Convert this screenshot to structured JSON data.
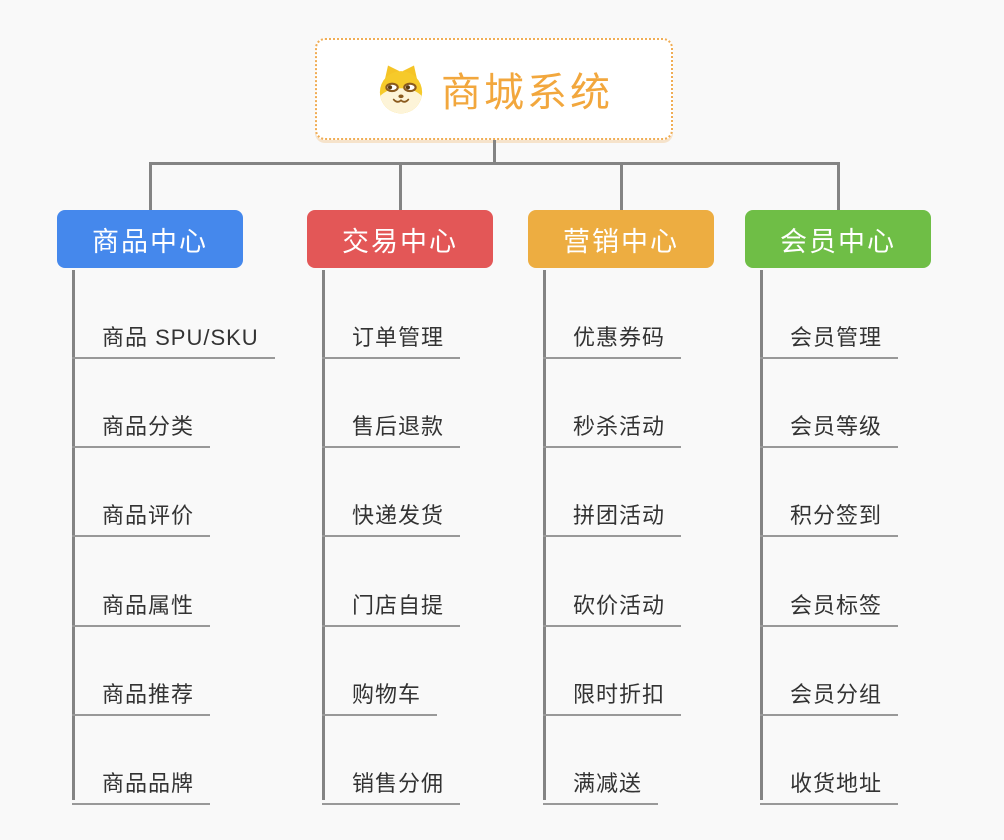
{
  "root": {
    "title": "商城系统",
    "icon": "dog-face-icon"
  },
  "theme": {
    "background": "#f9f9f9",
    "connector_color": "#848484",
    "underline_color": "#999999",
    "item_text_color": "#333333",
    "root_border_color": "#F0AD55",
    "root_title_color": "#F2A73D"
  },
  "branches": [
    {
      "id": "product-center",
      "label": "商品中心",
      "color": "#4588EC",
      "items": [
        "商品 SPU/SKU",
        "商品分类",
        "商品评价",
        "商品属性",
        "商品推荐",
        "商品品牌"
      ]
    },
    {
      "id": "trade-center",
      "label": "交易中心",
      "color": "#E35757",
      "items": [
        "订单管理",
        "售后退款",
        "快递发货",
        "门店自提",
        "购物车",
        "销售分佣"
      ]
    },
    {
      "id": "marketing-center",
      "label": "营销中心",
      "color": "#EDAD41",
      "items": [
        "优惠券码",
        "秒杀活动",
        "拼团活动",
        "砍价活动",
        "限时折扣",
        "满减送"
      ]
    },
    {
      "id": "member-center",
      "label": "会员中心",
      "color": "#6FBE46",
      "items": [
        "会员管理",
        "会员等级",
        "积分签到",
        "会员标签",
        "会员分组",
        "收货地址"
      ]
    }
  ]
}
